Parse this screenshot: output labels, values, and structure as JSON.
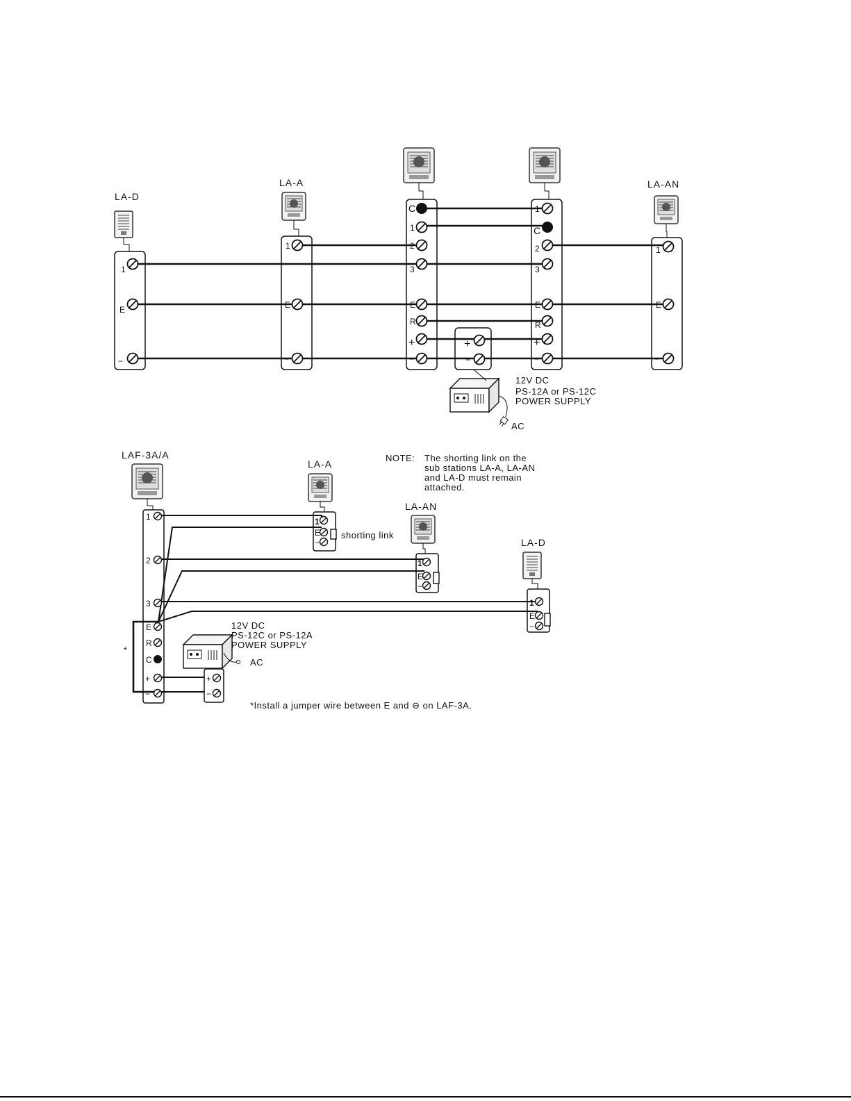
{
  "diagram_top": {
    "stations": {
      "lad": "LA-D",
      "laa": "LA-A",
      "laan": "LA-AN"
    },
    "terminals": {
      "t1": "1",
      "t2": "2",
      "t3": "3",
      "tC": "C",
      "tE": "E",
      "tR": "R",
      "tplus": "+",
      "tminus": "−"
    },
    "power_supply": {
      "line1": "12V DC",
      "line2": "PS-12A or PS-12C",
      "line3": "POWER SUPPLY",
      "ac": "AC"
    }
  },
  "diagram_bottom": {
    "stations": {
      "laf": "LAF-3A/A",
      "laa": "LA-A",
      "laan": "LA-AN",
      "lad": "LA-D"
    },
    "note": {
      "label": "NOTE:",
      "line1": "The shorting link on the",
      "line2": "sub stations LA-A, LA-AN",
      "line3": "and LA-D must remain",
      "line4": "attached."
    },
    "shorting_link": "shorting link",
    "power_supply": {
      "line1": "12V DC",
      "line2": "PS-12C or PS-12A",
      "line3": "POWER SUPPLY",
      "ac": "AC"
    },
    "asterisk": "*",
    "footnote": "*Install a jumper wire between E and ⊖ on LAF-3A."
  }
}
